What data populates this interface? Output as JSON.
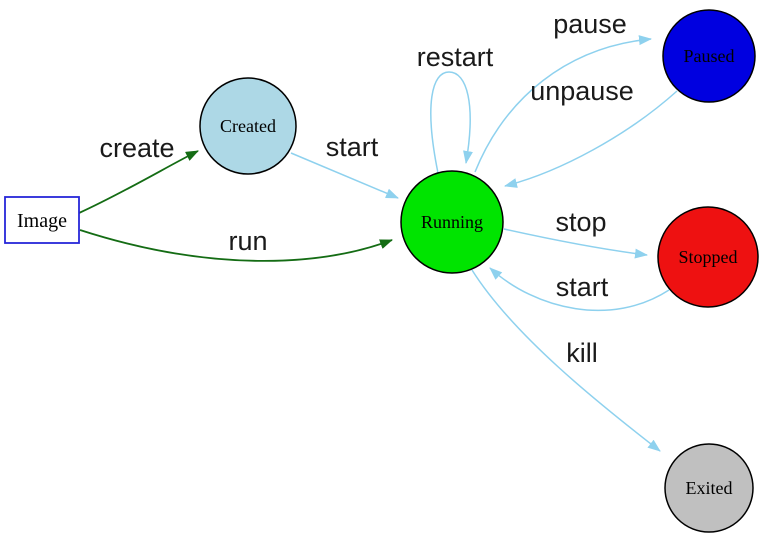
{
  "diagram": {
    "type": "state-diagram",
    "nodes": {
      "image": {
        "label": "Image",
        "shape": "rect",
        "fill": "#ffffff",
        "border": "#2626d9"
      },
      "created": {
        "label": "Created",
        "shape": "circle",
        "fill": "#add8e6",
        "border": "#000000"
      },
      "running": {
        "label": "Running",
        "shape": "circle",
        "fill": "#00e400",
        "border": "#000000"
      },
      "paused": {
        "label": "Paused",
        "shape": "circle",
        "fill": "#0000e0",
        "border": "#000000"
      },
      "stopped": {
        "label": "Stopped",
        "shape": "circle",
        "fill": "#ee1111",
        "border": "#000000"
      },
      "exited": {
        "label": "Exited",
        "shape": "circle",
        "fill": "#c0c0c0",
        "border": "#000000"
      }
    },
    "edges": {
      "create": {
        "from": "image",
        "to": "running_via_created",
        "label": "create",
        "color": "#146c14"
      },
      "start_created": {
        "from": "created",
        "to": "running",
        "label": "start",
        "color": "#8ed1ee"
      },
      "run": {
        "from": "image",
        "to": "running",
        "label": "run",
        "color": "#146c14"
      },
      "restart": {
        "from": "running",
        "to": "running",
        "label": "restart",
        "color": "#8ed1ee"
      },
      "pause": {
        "from": "running",
        "to": "paused",
        "label": "pause",
        "color": "#8ed1ee"
      },
      "unpause": {
        "from": "paused",
        "to": "running",
        "label": "unpause",
        "color": "#8ed1ee"
      },
      "stop": {
        "from": "running",
        "to": "stopped",
        "label": "stop",
        "color": "#8ed1ee"
      },
      "start_stopped": {
        "from": "stopped",
        "to": "running",
        "label": "start",
        "color": "#8ed1ee"
      },
      "kill": {
        "from": "running",
        "to": "exited",
        "label": "kill",
        "color": "#8ed1ee"
      }
    },
    "colors": {
      "arrow_blue": "#8ed1ee",
      "arrow_green": "#146c14",
      "background": "#ffffff"
    }
  }
}
